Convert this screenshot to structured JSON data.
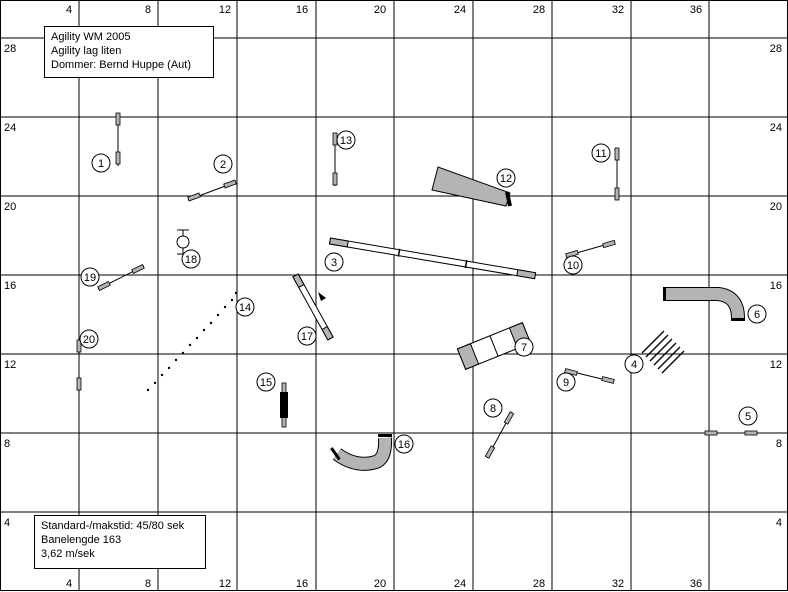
{
  "header": {
    "title": "Agility WM 2005",
    "class": "Agility lag liten",
    "judge": "Dommer: Bernd Huppe (Aut)"
  },
  "footer": {
    "times": "Standard-/makstid: 45/80 sek",
    "length": "Banelengde 163",
    "speed": "3,62 m/sek"
  },
  "axis": {
    "x_ticks": [
      "4",
      "8",
      "12",
      "16",
      "20",
      "24",
      "28",
      "32",
      "36"
    ],
    "y_ticks": [
      "28",
      "24",
      "20",
      "16",
      "12",
      "8",
      "4"
    ]
  },
  "obstacles": [
    {
      "num": "1",
      "type": "jump"
    },
    {
      "num": "2",
      "type": "jump"
    },
    {
      "num": "3",
      "type": "dogwalk"
    },
    {
      "num": "4",
      "type": "weave"
    },
    {
      "num": "5",
      "type": "jump"
    },
    {
      "num": "6",
      "type": "tunnel"
    },
    {
      "num": "7",
      "type": "a-frame"
    },
    {
      "num": "8",
      "type": "jump"
    },
    {
      "num": "9",
      "type": "jump"
    },
    {
      "num": "10",
      "type": "jump"
    },
    {
      "num": "11",
      "type": "jump"
    },
    {
      "num": "12",
      "type": "chute"
    },
    {
      "num": "13",
      "type": "jump"
    },
    {
      "num": "14",
      "type": "long-jump"
    },
    {
      "num": "15",
      "type": "wall"
    },
    {
      "num": "16",
      "type": "tunnel"
    },
    {
      "num": "17",
      "type": "seesaw"
    },
    {
      "num": "18",
      "type": "tyre"
    },
    {
      "num": "19",
      "type": "jump"
    },
    {
      "num": "20",
      "type": "jump"
    }
  ],
  "colors": {
    "line": "#000000",
    "equipment": "#b4b4b4",
    "panel": "#ffffff"
  }
}
